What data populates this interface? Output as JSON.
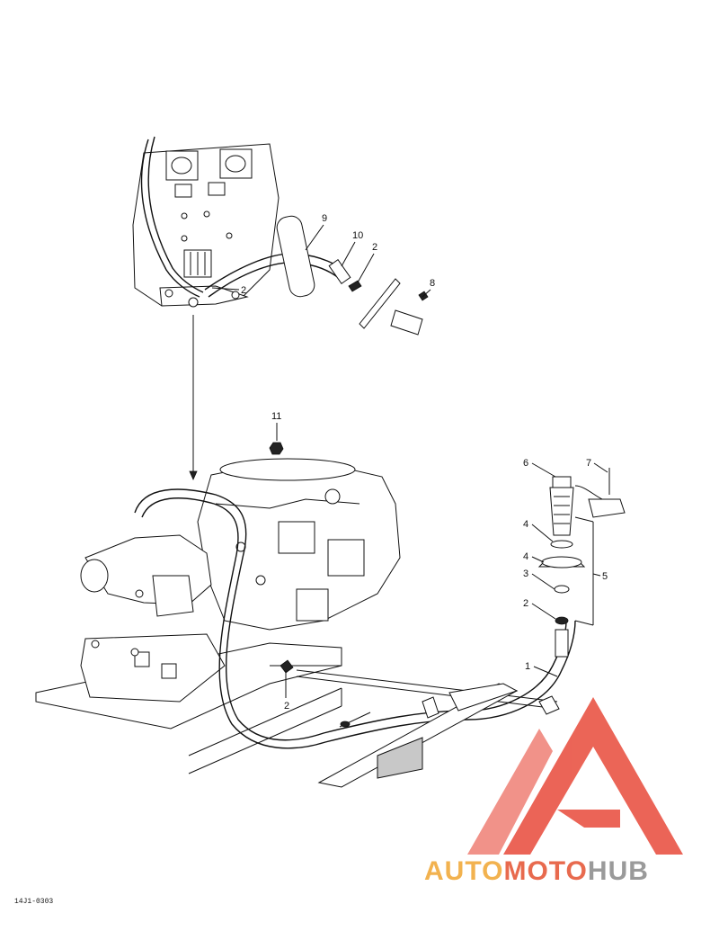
{
  "diagram": {
    "callouts": {
      "c1": "1",
      "c2a": "2",
      "c2b": "2",
      "c2c": "2",
      "c2d": "2",
      "c3": "3",
      "c4a": "4",
      "c4b": "4",
      "c5": "5",
      "c6": "6",
      "c7": "7",
      "c8": "8",
      "c9": "9",
      "c10": "10",
      "c11": "11"
    },
    "figure_code": "14J1-0303",
    "watermark": {
      "part1": "AUTO",
      "part2": "MOTO",
      "part3": "HUB",
      "colors": {
        "part1": "#f2b24f",
        "part2": "#e86a4e",
        "part3": "#9a9a9a",
        "logo": "#e84a3a"
      }
    }
  }
}
